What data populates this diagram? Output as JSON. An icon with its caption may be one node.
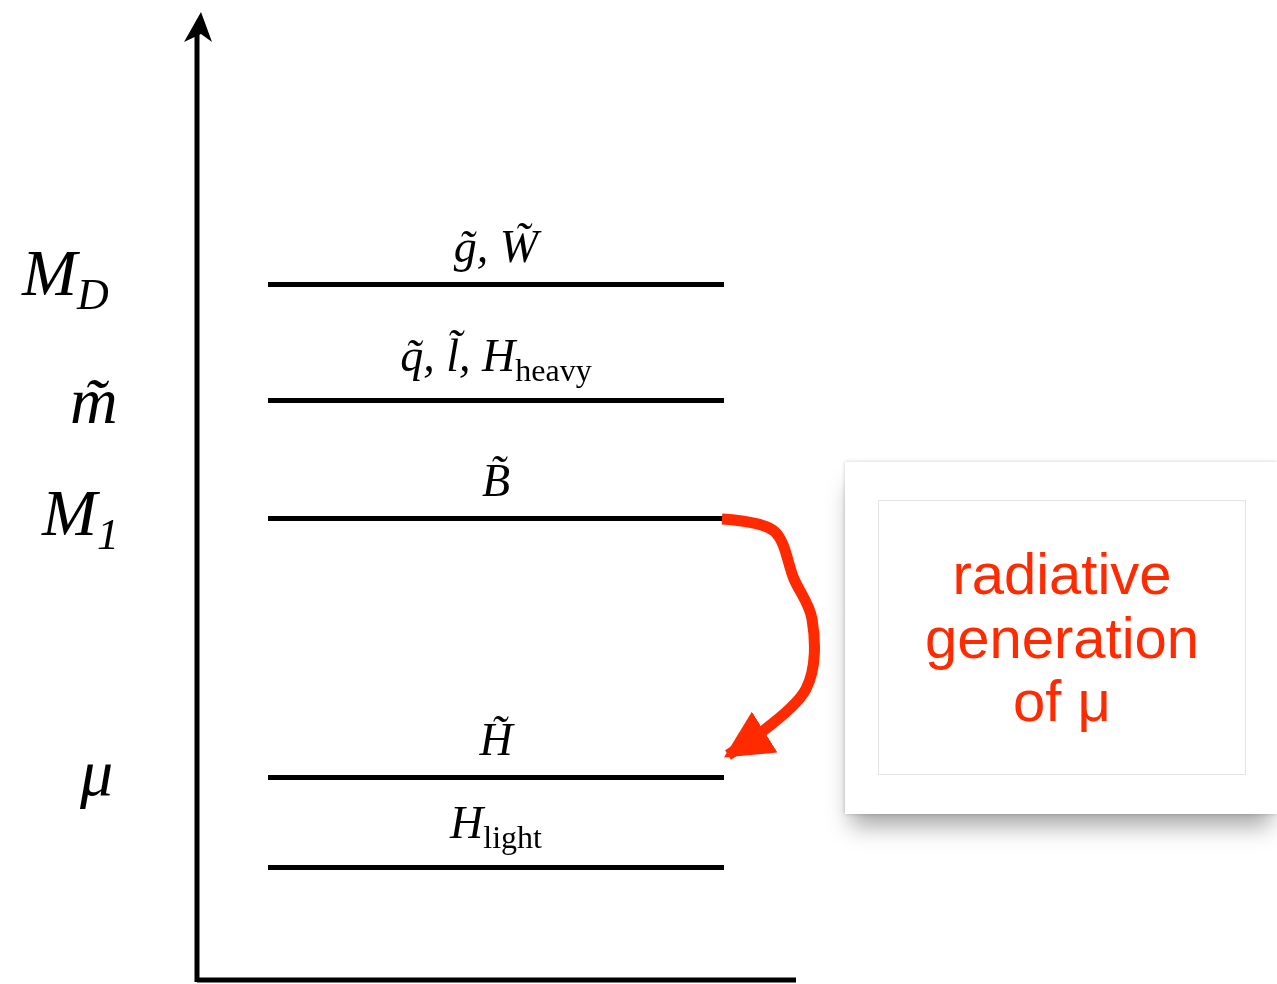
{
  "diagram": {
    "nodes": [
      {
        "text": [
          "g̃, W̃"
        ]
      },
      {
        "text": [
          "q̃, l̃, H$_{heavy}$"
        ]
      },
      {
        "text": [
          "B̃"
        ]
      },
      {
        "text": [
          "H̃"
        ]
      },
      {
        "text": [
          "H$_{light}$"
        ]
      },
      {
        "text": [
          "radiative generation of μ"
        ]
      }
    ],
    "edges": [
      {
        "from": 2,
        "to": 3,
        "arrow": "to",
        "color": "#ff2a00"
      }
    ],
    "labels": [
      "M$_{D}$",
      "m̃",
      "M$_{1}$",
      "μ"
    ]
  }
}
